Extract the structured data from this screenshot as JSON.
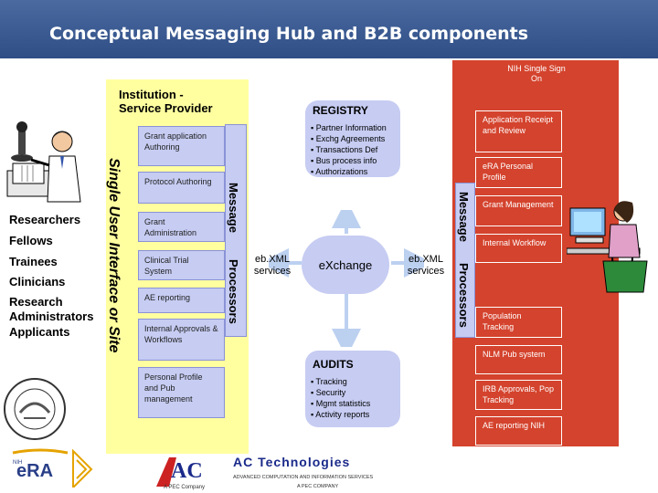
{
  "title": "Conceptual Messaging Hub and B2B components",
  "people": [
    "Researchers",
    "Fellows",
    "Trainees",
    "Clinicians",
    "Research Administrators",
    "Applicants"
  ],
  "institution": {
    "title": "Institution - Service Provider",
    "sidebar": "Single User Interface or Site"
  },
  "left_boxes": [
    "Grant application Authoring",
    "Protocol Authoring",
    "Grant Administration",
    "Clinical Trial System",
    "AE reporting",
    "Internal Approvals & Workflows",
    "Personal Profile and Pub management"
  ],
  "message_processors_label": [
    "Message",
    "Processors"
  ],
  "registry": {
    "title": "REGISTRY",
    "items": [
      "Partner Information",
      "Exchg Agreements",
      "Transactions Def",
      "Bus process info",
      "Authorizations"
    ]
  },
  "exchange": {
    "label": "eXchange",
    "left_service": "eb.XML services",
    "right_service": "eb.XML services"
  },
  "audits": {
    "title": "AUDITS",
    "items": [
      "Tracking",
      "Security",
      "Mgmt statistics",
      "Activity reports"
    ]
  },
  "nih": {
    "title": "NIH Single Sign On",
    "boxes": [
      "Application Receipt and Review",
      "eRA Personal Profile",
      "Grant Management",
      "Internal Workflow",
      "Population Tracking",
      "NLM Pub system",
      "IRB Approvals, Pop Tracking",
      "AE reporting NIH"
    ]
  },
  "company": {
    "name": "AC Technologies",
    "tagline": "ADVANCED COMPUTATION AND INFORMATION SERVICES",
    "parent": "A PEC COMPANY",
    "logo": "AC",
    "logo_sub": "A PEC Company"
  },
  "era_logo": {
    "text": "eRA",
    "prefix": "NIH"
  },
  "colors": {
    "title_bg": "#3b5b94",
    "inst_bg": "#ffffa0",
    "box_bg": "#c6ccf2",
    "nih_bg": "#d4432d"
  }
}
